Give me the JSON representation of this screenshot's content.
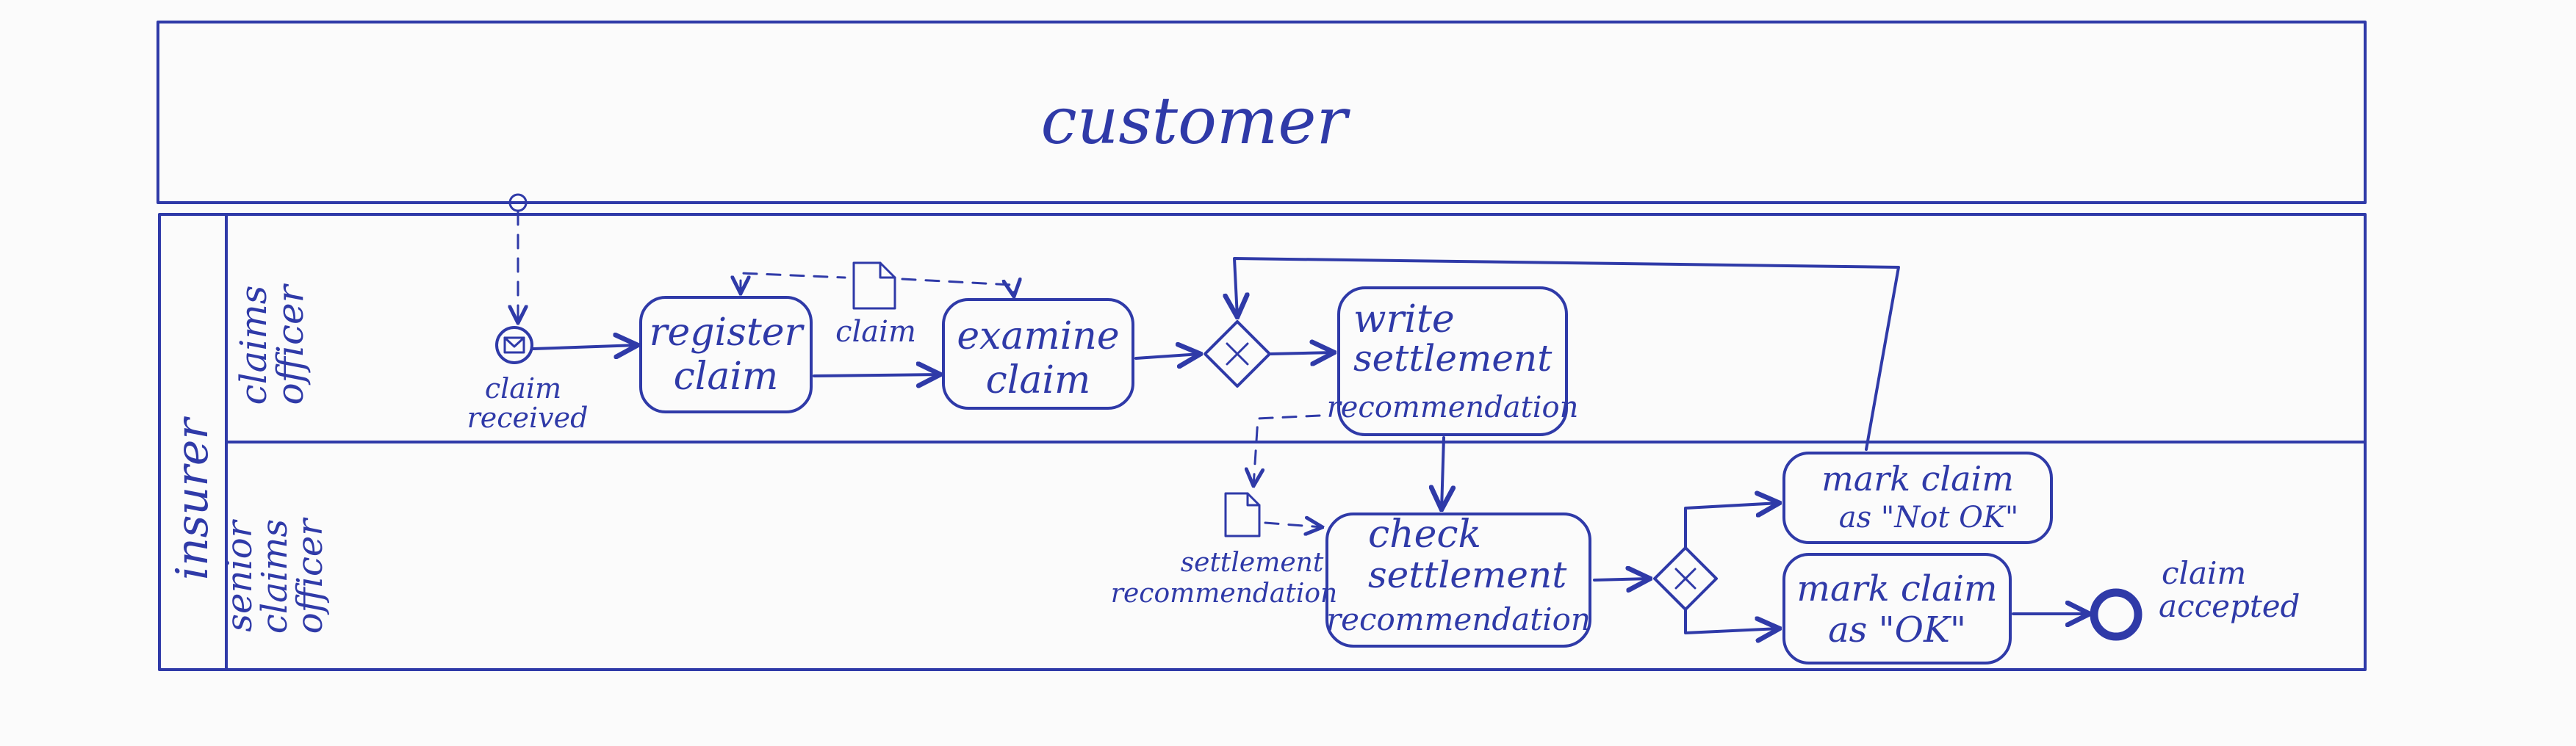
{
  "pools": {
    "customer": {
      "label": "customer"
    },
    "insurer": {
      "label": "insurer",
      "lanes": [
        {
          "label_lines": [
            "claims",
            "officer"
          ]
        },
        {
          "label_lines": [
            "senior",
            "claims",
            "officer"
          ]
        }
      ]
    }
  },
  "events": {
    "start": {
      "label_lines": [
        "claim",
        "received"
      ]
    },
    "end": {
      "label_lines": [
        "claim",
        "accepted"
      ]
    }
  },
  "tasks": {
    "register": {
      "lines": [
        "register",
        "claim"
      ]
    },
    "examine": {
      "lines": [
        "examine",
        "claim"
      ]
    },
    "write": {
      "lines": [
        "write",
        "settlement",
        "recommendation"
      ]
    },
    "check": {
      "lines": [
        "check",
        "settlement",
        "recommendation"
      ]
    },
    "mark_not_ok": {
      "lines": [
        "mark claim",
        "as \"Not OK\""
      ]
    },
    "mark_ok": {
      "lines": [
        "mark claim",
        "as \"OK\""
      ]
    }
  },
  "data_objects": {
    "claim": {
      "label": "claim"
    },
    "recommendation": {
      "label_lines": [
        "settlement",
        "recommendation"
      ]
    }
  },
  "style": {
    "ink_color": "#2f3aa8",
    "paper_color": "#fbfbfb"
  }
}
